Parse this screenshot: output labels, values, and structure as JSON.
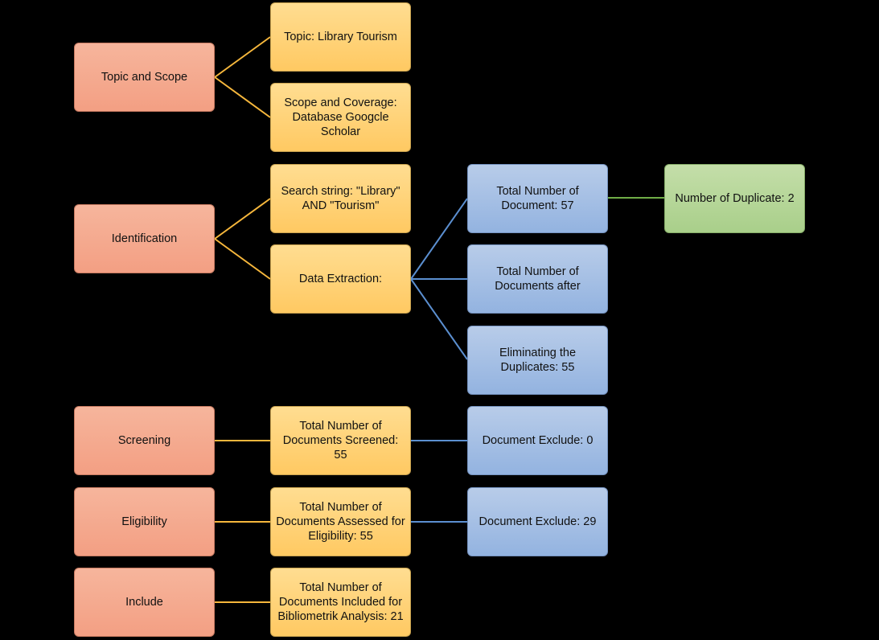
{
  "stages": {
    "topic": "Topic and Scope",
    "identification": "Identification",
    "screening": "Screening",
    "eligibility": "Eligibility",
    "include": "Include"
  },
  "details": {
    "topic": "Topic: Library Tourism",
    "scope": "Scope and Coverage:\nDatabase Googcle\nScholar",
    "search": "Search string: \"Library\"\nAND \"Tourism\"",
    "extraction": "Data Extraction:",
    "screened": "Total Number of\nDocuments Screened:\n55",
    "assessed": "Total Number of\nDocuments Assessed for\nEligibility: 55",
    "included": "Total Number of\nDocuments Included for\nBibliometrik Analysis: 21"
  },
  "extraction_results": {
    "total": "Total Number of\nDocument: 57",
    "after": "Total Number of\nDocuments after",
    "eliminating": "Eliminating the\nDuplicates: 55"
  },
  "exclusions": {
    "screening": "Document Exclude: 0",
    "eligibility": "Document Exclude: 29"
  },
  "duplicates": "Number of Duplicate: 2",
  "colors": {
    "stage_fill": "#f4a98d",
    "detail_fill": "#ffd277",
    "blue_fill": "#a6c0e5",
    "green_fill": "#b7d79a",
    "connector_orange": "#f6b73c",
    "connector_blue": "#5b8fd0",
    "connector_green": "#70ad47"
  }
}
